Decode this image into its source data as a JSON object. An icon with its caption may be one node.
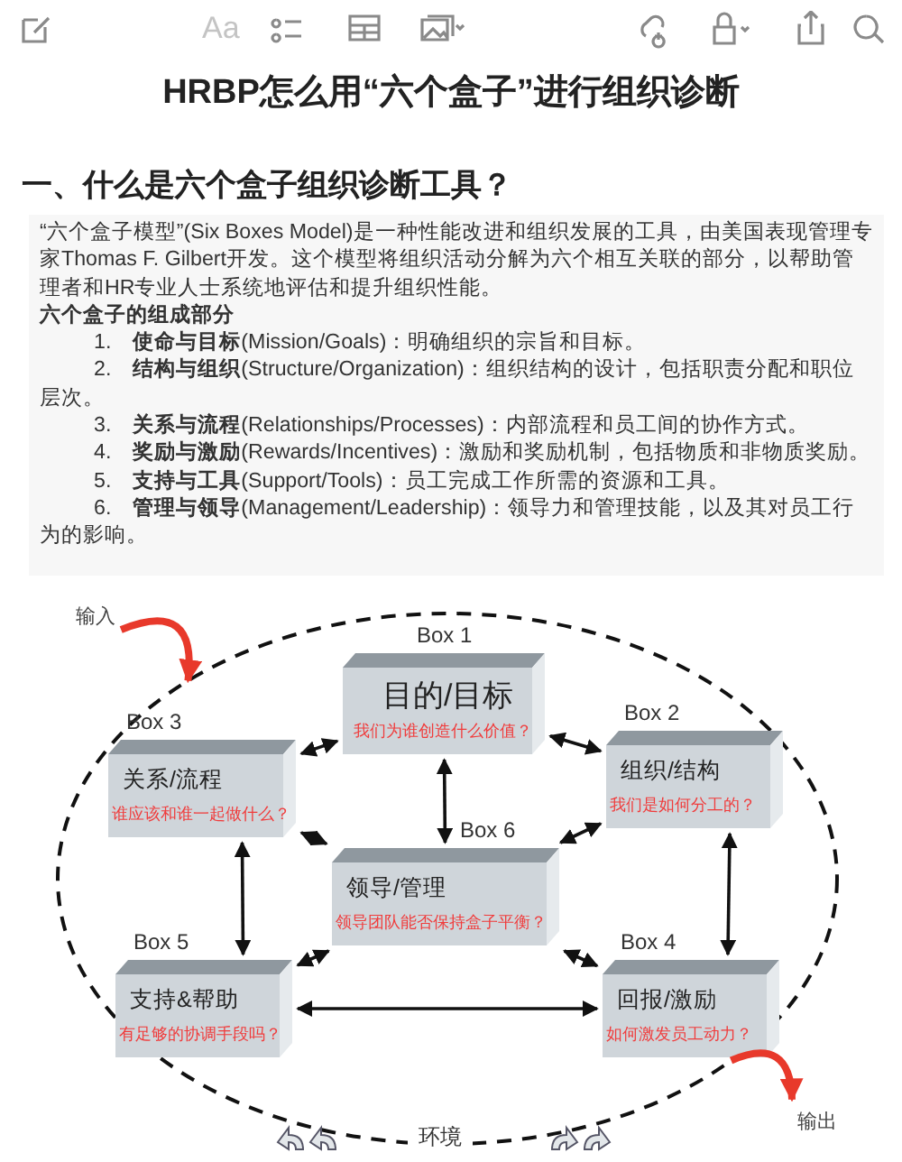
{
  "diagram": {
    "title": "HRBP怎么用“六个盒子”进行组织诊断",
    "nodes": [
      {
        "text": [
          "环境"
        ]
      },
      {
        "text": [
          "输入"
        ]
      },
      {
        "text": [
          "输出"
        ]
      },
      {
        "text": [
          "目的/目标",
          "我们为谁创造什么价值？"
        ],
        "beside": [
          "Box 1"
        ],
        "in": 0
      },
      {
        "text": [
          "组织/结构",
          "我们是如何分工的？"
        ],
        "beside": [
          "Box 2"
        ],
        "in": 0
      },
      {
        "text": [
          "关系/流程",
          "谁应该和谁一起做什么？"
        ],
        "beside": [
          "Box 3"
        ],
        "in": 0
      },
      {
        "text": [
          "领导/管理",
          "领导团队能否保持盒子平衡？"
        ],
        "beside": [
          "Box 6"
        ],
        "in": 0
      },
      {
        "text": [
          "支持&帮助",
          "有足够的协调手段吗？"
        ],
        "beside": [
          "Box 5"
        ],
        "in": 0
      },
      {
        "text": [
          "回报/激励",
          "如何激发员工动力？"
        ],
        "beside": [
          "Box 4"
        ],
        "in": 0
      }
    ],
    "edges": [
      {
        "from": 1,
        "to": 0,
        "arrow": "to",
        "style": "thick",
        "color": "#e8392b"
      },
      {
        "from": 0,
        "to": 2,
        "arrow": "to",
        "style": "thick",
        "color": "#e8392b"
      },
      {
        "from": 3,
        "to": 5,
        "arrow": "both"
      },
      {
        "from": 3,
        "to": 4,
        "arrow": "both"
      },
      {
        "from": 3,
        "to": 6,
        "arrow": "both"
      },
      {
        "from": 5,
        "to": 6,
        "arrow": "both"
      },
      {
        "from": 4,
        "to": 6,
        "arrow": "both"
      },
      {
        "from": 5,
        "to": 7,
        "arrow": "both"
      },
      {
        "from": 4,
        "to": 8,
        "arrow": "both"
      },
      {
        "from": 6,
        "to": 7,
        "arrow": "both"
      },
      {
        "from": 6,
        "to": 8,
        "arrow": "both"
      },
      {
        "from": 7,
        "to": 8,
        "arrow": "both"
      }
    ],
    "labels": [
      "Aa",
      "一、什么是六个盒子组织诊断工具？",
      "“六个盒子模型”(Six Boxes Model)是一种性能改进和组织发展的工具，由美国表现管理专家Thomas F. Gilbert开发。这个模型将组织活动分解为六个相互关联的部分，以帮助管理者和HR专业人士系统地评估和提升组织性能。",
      "六个盒子的组成部分",
      "1.　**使命与目标**(Mission/Goals)：明确组织的宗旨和目标。",
      "2.　**结构与组织**(Structure/Organization)：组织结构的设计，包括职责分配和职位层次。",
      "3.　**关系与流程**(Relationships/Processes)：内部流程和员工间的协作方式。",
      "4.　**奖励与激励**(Rewards/Incentives)：激励和奖励机制，包括物质和非物质奖励。",
      "5.　**支持与工具**(Support/Tools)：员工完成工作所需的资源和工具。",
      "6.　**管理与领导**(Management/Leadership)：领导力和管理技能，以及其对员工行为的影响。"
    ]
  }
}
